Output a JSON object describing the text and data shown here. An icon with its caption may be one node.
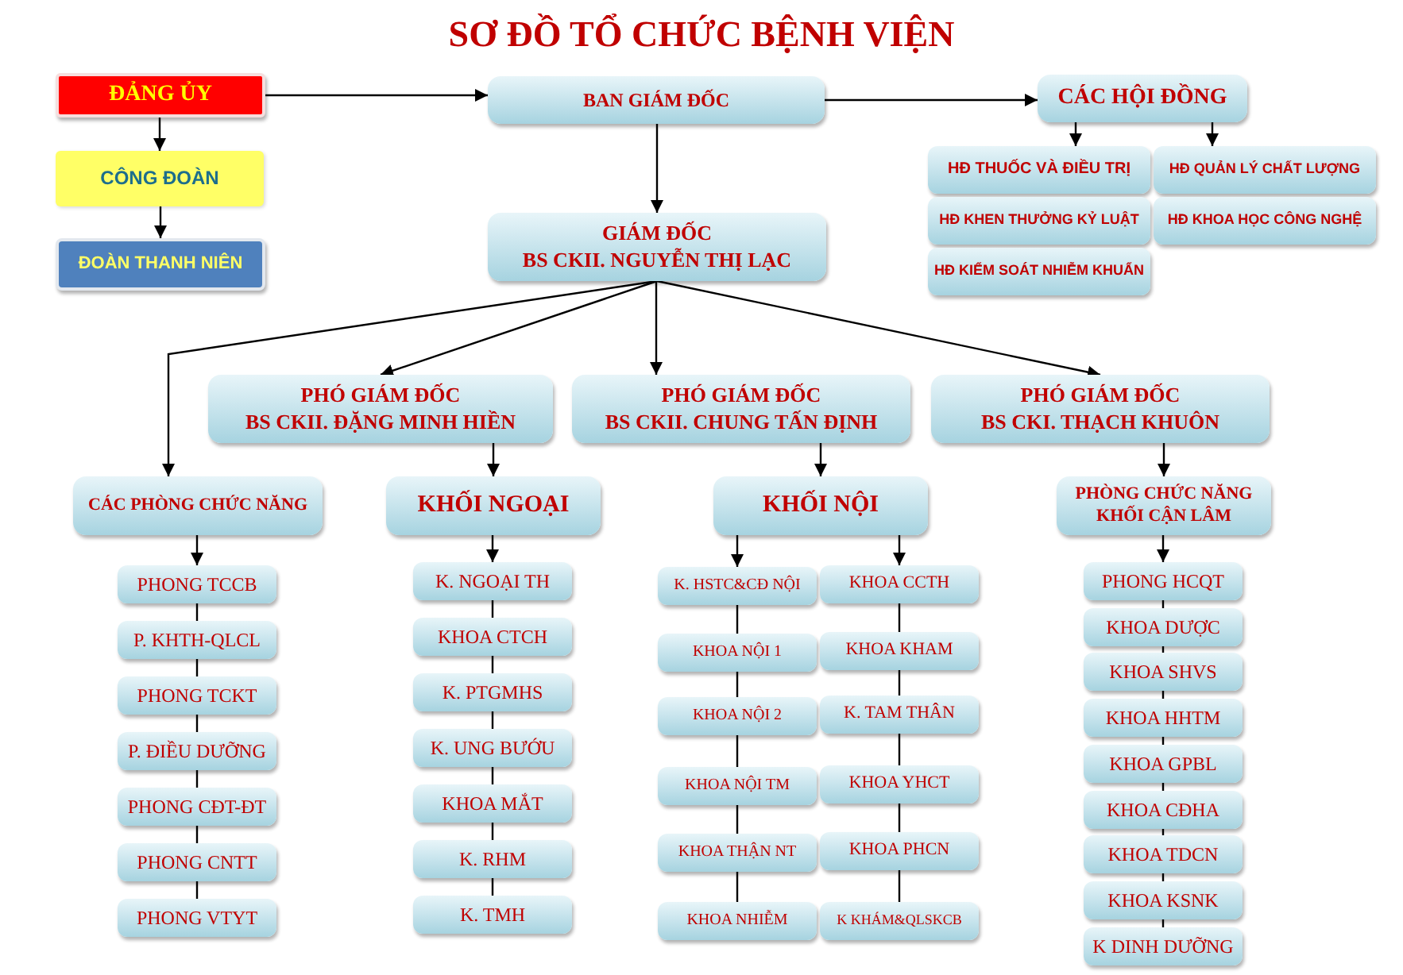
{
  "diagram": {
    "title": "SƠ ĐỒ TỔ CHỨC BỆNH VIỆN",
    "nodes": [
      {
        "text": [
          "ĐẢNG ỦY"
        ]
      },
      {
        "text": [
          "CÔNG ĐOÀN"
        ]
      },
      {
        "text": [
          "ĐOÀN THANH NIÊN"
        ]
      },
      {
        "text": [
          "BAN GIÁM ĐỐC"
        ]
      },
      {
        "text": [
          "CÁC HỘI ĐỒNG"
        ]
      },
      {
        "text": [
          "HĐ THUỐC VÀ ĐIỀU TRỊ"
        ]
      },
      {
        "text": [
          "HĐ QUẢN LÝ CHẤT LƯỢNG"
        ]
      },
      {
        "text": [
          "HĐ KHEN THƯỞNG KỶ LUẬT"
        ]
      },
      {
        "text": [
          "HĐ KHOA HỌC CÔNG NGHỆ"
        ]
      },
      {
        "text": [
          "HĐ KIỂM SOÁT NHIỄM KHUẨN"
        ]
      },
      {
        "text": [
          "GIÁM ĐỐC",
          "BS CKII. NGUYỄN THỊ LẠC"
        ]
      },
      {
        "text": [
          "PHÓ GIÁM ĐỐC",
          "BS CKII. ĐẶNG MINH HIỀN"
        ]
      },
      {
        "text": [
          "PHÓ GIÁM ĐỐC",
          "BS CKII. CHUNG TẤN ĐỊNH"
        ]
      },
      {
        "text": [
          "PHÓ GIÁM ĐỐC",
          "BS CKI. THẠCH KHUÔN"
        ]
      },
      {
        "text": [
          "CÁC PHÒNG CHỨC NĂNG"
        ]
      },
      {
        "text": [
          "KHỐI NGOẠI"
        ]
      },
      {
        "text": [
          "KHỐI NỘI"
        ]
      },
      {
        "text": [
          "PHÒNG CHỨC NĂNG KHỐI CẬN LÂM"
        ]
      },
      {
        "text": [
          "PHONG TCCB"
        ]
      },
      {
        "text": [
          "P. KHTH-QLCL"
        ]
      },
      {
        "text": [
          "PHONG TCKT"
        ]
      },
      {
        "text": [
          "P. ĐIỀU DƯỠNG"
        ]
      },
      {
        "text": [
          "PHONG CĐT-ĐT"
        ]
      },
      {
        "text": [
          "PHONG CNTT"
        ]
      },
      {
        "text": [
          "PHONG VTYT"
        ]
      },
      {
        "text": [
          "K. NGOẠI TH"
        ]
      },
      {
        "text": [
          "KHOA CTCH"
        ]
      },
      {
        "text": [
          "K. PTGMHS"
        ]
      },
      {
        "text": [
          "K. UNG BƯỚU"
        ]
      },
      {
        "text": [
          "KHOA MẮT"
        ]
      },
      {
        "text": [
          "K. RHM"
        ]
      },
      {
        "text": [
          "K. TMH"
        ]
      },
      {
        "text": [
          "K. HSTC&CĐ NỘI"
        ]
      },
      {
        "text": [
          "KHOA NỘI 1"
        ]
      },
      {
        "text": [
          "KHOA NỘI 2"
        ]
      },
      {
        "text": [
          "KHOA NỘI TM"
        ]
      },
      {
        "text": [
          "KHOA THẬN NT"
        ]
      },
      {
        "text": [
          "KHOA NHIỄM"
        ]
      },
      {
        "text": [
          "KHOA CCTH"
        ]
      },
      {
        "text": [
          "KHOA KHAM"
        ]
      },
      {
        "text": [
          "K. TAM THÂN"
        ]
      },
      {
        "text": [
          "KHOA YHCT"
        ]
      },
      {
        "text": [
          "KHOA PHCN"
        ]
      },
      {
        "text": [
          "K KHÁM&QLSKCB"
        ]
      },
      {
        "text": [
          "PHONG HCQT"
        ]
      },
      {
        "text": [
          "KHOA DƯỢC"
        ]
      },
      {
        "text": [
          "KHOA SHVS"
        ]
      },
      {
        "text": [
          "KHOA HHTM"
        ]
      },
      {
        "text": [
          "KHOA GPBL"
        ]
      },
      {
        "text": [
          "KHOA CĐHA"
        ]
      },
      {
        "text": [
          "KHOA TDCN"
        ]
      },
      {
        "text": [
          "KHOA KSNK"
        ]
      },
      {
        "text": [
          "K DINH DƯỠNG"
        ]
      }
    ],
    "edges": [
      {
        "from": 0,
        "to": 3,
        "arrow": "to"
      },
      {
        "from": 0,
        "to": 1,
        "arrow": "to"
      },
      {
        "from": 1,
        "to": 2,
        "arrow": "to"
      },
      {
        "from": 3,
        "to": 4,
        "arrow": "to"
      },
      {
        "from": 4,
        "to": 5,
        "arrow": "to"
      },
      {
        "from": 4,
        "to": 6,
        "arrow": "to"
      },
      {
        "from": 3,
        "to": 10,
        "arrow": "to"
      },
      {
        "from": 10,
        "to": 14,
        "arrow": "to"
      },
      {
        "from": 10,
        "to": 11,
        "arrow": "to"
      },
      {
        "from": 10,
        "to": 12,
        "arrow": "to"
      },
      {
        "from": 10,
        "to": 13,
        "arrow": "to"
      },
      {
        "from": 11,
        "to": 15,
        "arrow": "to"
      },
      {
        "from": 12,
        "to": 16,
        "arrow": "to"
      },
      {
        "from": 13,
        "to": 17,
        "arrow": "to"
      },
      {
        "from": 14,
        "to": 18,
        "arrow": "to"
      },
      {
        "from": 18,
        "to": 19,
        "arrow": "none"
      },
      {
        "from": 19,
        "to": 20,
        "arrow": "none"
      },
      {
        "from": 20,
        "to": 21,
        "arrow": "none"
      },
      {
        "from": 21,
        "to": 22,
        "arrow": "none"
      },
      {
        "from": 22,
        "to": 23,
        "arrow": "none"
      },
      {
        "from": 23,
        "to": 24,
        "arrow": "none"
      },
      {
        "from": 15,
        "to": 25,
        "arrow": "to"
      },
      {
        "from": 25,
        "to": 26,
        "arrow": "none"
      },
      {
        "from": 26,
        "to": 27,
        "arrow": "none"
      },
      {
        "from": 27,
        "to": 28,
        "arrow": "none"
      },
      {
        "from": 28,
        "to": 29,
        "arrow": "none"
      },
      {
        "from": 29,
        "to": 30,
        "arrow": "none"
      },
      {
        "from": 30,
        "to": 31,
        "arrow": "none"
      },
      {
        "from": 16,
        "to": 32,
        "arrow": "to"
      },
      {
        "from": 32,
        "to": 33,
        "arrow": "none"
      },
      {
        "from": 33,
        "to": 34,
        "arrow": "none"
      },
      {
        "from": 34,
        "to": 35,
        "arrow": "none"
      },
      {
        "from": 35,
        "to": 36,
        "arrow": "none"
      },
      {
        "from": 36,
        "to": 37,
        "arrow": "none"
      },
      {
        "from": 16,
        "to": 38,
        "arrow": "to"
      },
      {
        "from": 38,
        "to": 39,
        "arrow": "none"
      },
      {
        "from": 39,
        "to": 40,
        "arrow": "none"
      },
      {
        "from": 40,
        "to": 41,
        "arrow": "none"
      },
      {
        "from": 41,
        "to": 42,
        "arrow": "none"
      },
      {
        "from": 42,
        "to": 43,
        "arrow": "none"
      },
      {
        "from": 17,
        "to": 44,
        "arrow": "to"
      },
      {
        "from": 44,
        "to": 45,
        "arrow": "none"
      },
      {
        "from": 45,
        "to": 46,
        "arrow": "none"
      },
      {
        "from": 46,
        "to": 47,
        "arrow": "none"
      },
      {
        "from": 47,
        "to": 48,
        "arrow": "none"
      },
      {
        "from": 48,
        "to": 49,
        "arrow": "none"
      },
      {
        "from": 49,
        "to": 50,
        "arrow": "none"
      },
      {
        "from": 50,
        "to": 51,
        "arrow": "none"
      },
      {
        "from": 51,
        "to": 52,
        "arrow": "none"
      }
    ]
  }
}
